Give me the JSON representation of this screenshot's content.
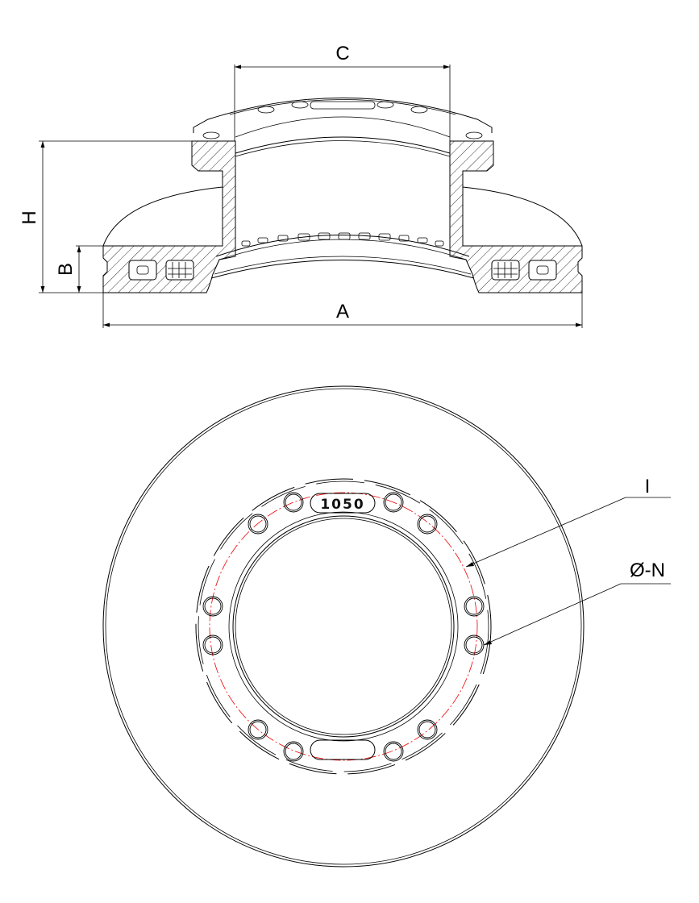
{
  "section_view": {
    "dim_A": "A",
    "dim_B": "B",
    "dim_C": "C",
    "dim_H": "H"
  },
  "plan_view": {
    "stamp_text": "1050",
    "label_I": "I",
    "label_N": "Ø-N",
    "bolt_hole_count": 12
  },
  "colors": {
    "line": "#000000",
    "bolt_circle": "#e00000"
  }
}
